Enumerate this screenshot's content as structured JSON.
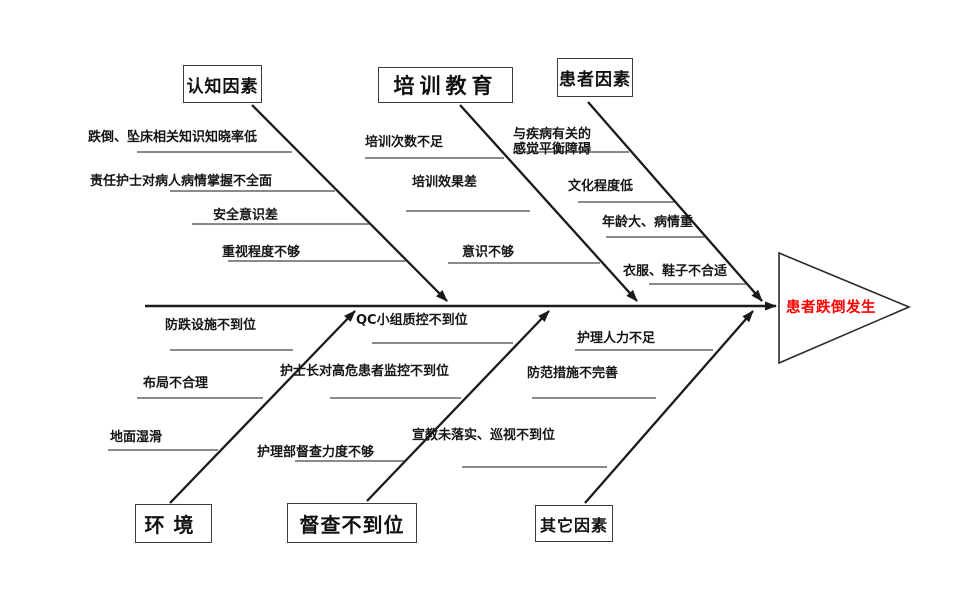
{
  "diagram": {
    "type": "fishbone",
    "effect": {
      "label": "患者跌倒发生",
      "color": "#ff0000"
    },
    "categories": [
      {
        "key": "cognitive",
        "label": "认知因素",
        "causes": [
          "跌倒、坠床相关知识知晓率低",
          "责任护士对病人病情掌握不全面",
          "安全意识差",
          "重视程度不够"
        ]
      },
      {
        "key": "training",
        "label": "培训教育",
        "causes": [
          "培训次数不足",
          "培训效果差",
          "意识不够"
        ]
      },
      {
        "key": "patient",
        "label": "患者因素",
        "causes": [
          "与疾病有关的感觉平衡障碍",
          "文化程度低",
          "年龄大、病情重",
          "衣服、鞋子不合适"
        ]
      },
      {
        "key": "environment",
        "label": "环境",
        "causes": [
          "防跌设施不到位",
          "布局不合理",
          "地面湿滑"
        ]
      },
      {
        "key": "supervision",
        "label": "督查不到位",
        "causes": [
          "QC小组质控不到位",
          "护士长对高危患者监控不到位",
          "护理部督查力度不够"
        ]
      },
      {
        "key": "other",
        "label": "其它因素",
        "causes": [
          "护理人力不足",
          "防范措施不完善",
          "宣教未落实、巡视不到位"
        ]
      }
    ],
    "line_color": "#1a1a1a"
  }
}
